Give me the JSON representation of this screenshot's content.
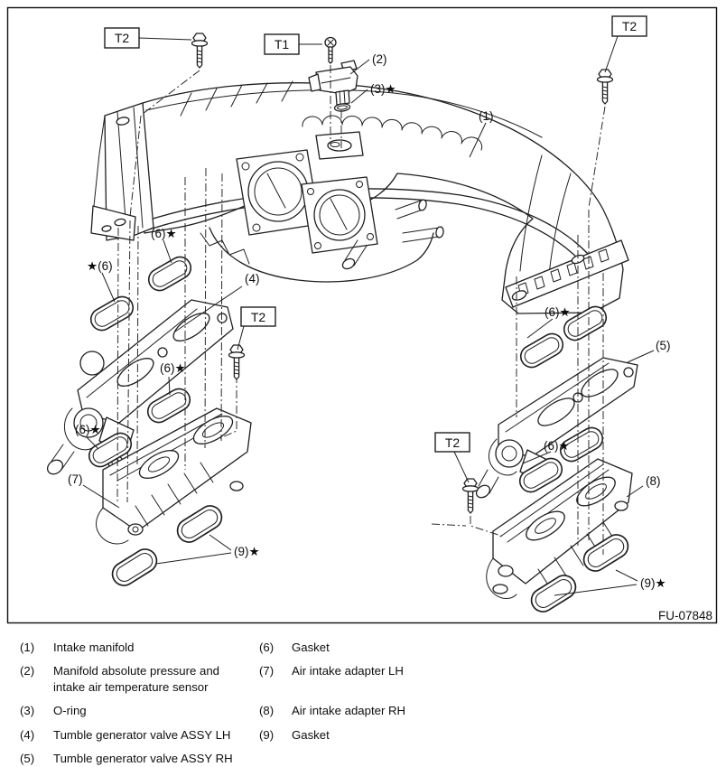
{
  "figure": {
    "code": "FU-07848",
    "ink_color": "#1f1f1f",
    "background_color": "#ffffff",
    "tool_labels": {
      "t1": "T1",
      "t2": "T2"
    },
    "callouts": {
      "c1": "(1)",
      "c2": "(2)",
      "c3": "(3)★",
      "c4": "(4)",
      "c5": "(5)",
      "c6": "(6)★",
      "c6_star_first": "★(6)",
      "c7": "(7)",
      "c8": "(8)",
      "c9": "(9)★"
    }
  },
  "legend": {
    "items": [
      {
        "num": "(1)",
        "text": "Intake manifold"
      },
      {
        "num": "(2)",
        "text": "Manifold absolute pressure and intake air temperature sensor"
      },
      {
        "num": "(3)",
        "text": "O-ring"
      },
      {
        "num": "(4)",
        "text": "Tumble generator valve ASSY LH"
      },
      {
        "num": "(5)",
        "text": "Tumble generator valve ASSY RH"
      },
      {
        "num": "(6)",
        "text": "Gasket"
      },
      {
        "num": "(7)",
        "text": "Air intake adapter LH"
      },
      {
        "num": "(8)",
        "text": "Air intake adapter RH"
      },
      {
        "num": "(9)",
        "text": "Gasket"
      }
    ]
  }
}
